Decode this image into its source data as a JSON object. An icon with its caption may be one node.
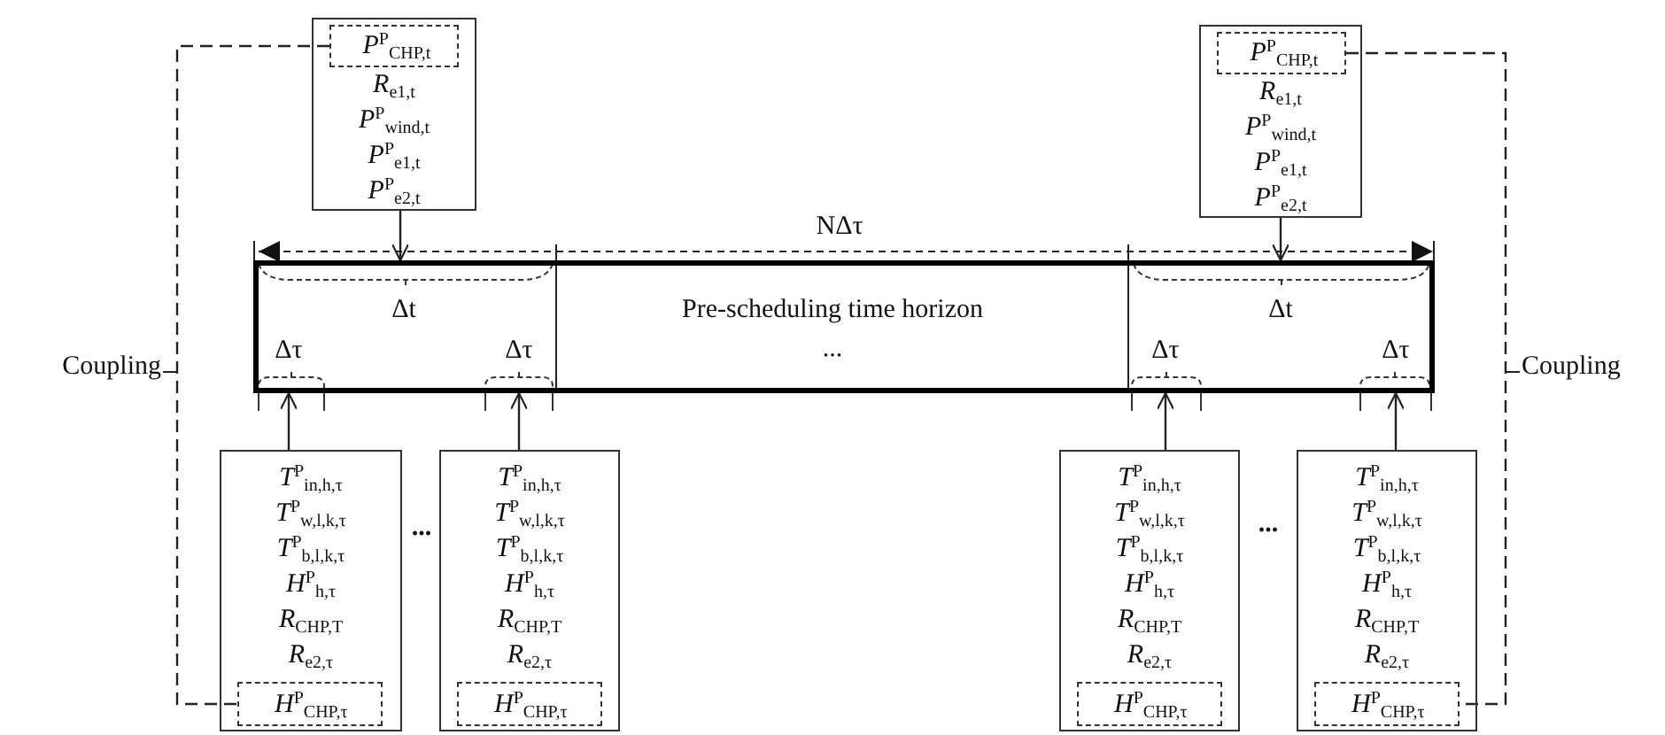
{
  "diagram": {
    "nodes": [
      {
        "text": [
          "*R*$_{e1,t}$",
          "*P*$^{P}$$_{wind,t}$",
          "*P*$^{P}$$_{e1,t}$",
          "*P*$^{P}$$_{e2,t}$"
        ]
      },
      {
        "text": [
          "*P*$^{P}$$_{CHP,t}$"
        ],
        "in": 0
      },
      {
        "text": [
          "*R*$_{e1,t}$",
          "*P*$^{P}$$_{wind,t}$",
          "*P*$^{P}$$_{e1,t}$",
          "*P*$^{P}$$_{e2,t}$"
        ]
      },
      {
        "text": [
          "*P*$^{P}$$_{CHP,t}$"
        ],
        "in": 2
      },
      {
        "text": [
          "Pre-scheduling time horizon",
          "..."
        ]
      },
      {
        "text": [
          "*T*$^{P}$$_{in,h,τ}$",
          "*T*$^{P}$$_{w,l,k,τ}$",
          "*T*$^{P}$$_{b,l,k,τ}$",
          "*H*$^{P}$$_{h,τ}$",
          "*R*$_{CHP,T}$",
          "*R*$_{e2,τ}$"
        ]
      },
      {
        "text": [
          "*H*$^{P}$$_{CHP,τ}$"
        ],
        "in": 5
      },
      {
        "text": [
          "*T*$^{P}$$_{in,h,τ}$",
          "*T*$^{P}$$_{w,l,k,τ}$",
          "*T*$^{P}$$_{b,l,k,τ}$",
          "*H*$^{P}$$_{h,τ}$",
          "*R*$_{CHP,T}$",
          "*R*$_{e2,τ}$"
        ]
      },
      {
        "text": [
          "*H*$^{P}$$_{CHP,τ}$"
        ],
        "in": 7
      },
      {
        "text": [
          "*T*$^{P}$$_{in,h,τ}$",
          "*T*$^{P}$$_{w,l,k,τ}$",
          "*T*$^{P}$$_{b,l,k,τ}$",
          "*H*$^{P}$$_{h,τ}$",
          "*R*$_{CHP,T}$",
          "*R*$_{e2,τ}$"
        ]
      },
      {
        "text": [
          "*H*$^{P}$$_{CHP,τ}$"
        ],
        "in": 9
      },
      {
        "text": [
          "*T*$^{P}$$_{in,h,τ}$",
          "*T*$^{P}$$_{w,l,k,τ}$",
          "*T*$^{P}$$_{b,l,k,τ}$",
          "*H*$^{P}$$_{h,τ}$",
          "*R*$_{CHP,T}$",
          "*R*$_{e2,τ}$"
        ]
      },
      {
        "text": [
          "*H*$^{P}$$_{CHP,τ}$"
        ],
        "in": 11
      }
    ],
    "edges": [
      {
        "from": 0,
        "to": 4,
        "arrow": "to"
      },
      {
        "from": 2,
        "to": 4,
        "arrow": "to"
      },
      {
        "from": 5,
        "to": 4,
        "arrow": "to"
      },
      {
        "from": 7,
        "to": 4,
        "arrow": "to"
      },
      {
        "from": 9,
        "to": 4,
        "arrow": "to"
      },
      {
        "from": 11,
        "to": 4,
        "arrow": "to"
      },
      {
        "from": 1,
        "to": 6,
        "arrow": "none",
        "style": "dashed",
        "label": "Coupling"
      },
      {
        "from": 3,
        "to": 12,
        "arrow": "none",
        "style": "dashed",
        "label": "Coupling"
      }
    ],
    "labels": [
      "NΔτ",
      "Δt",
      "Δt",
      "Δτ",
      "Δτ",
      "Δτ",
      "Δτ",
      "...",
      "..."
    ]
  }
}
